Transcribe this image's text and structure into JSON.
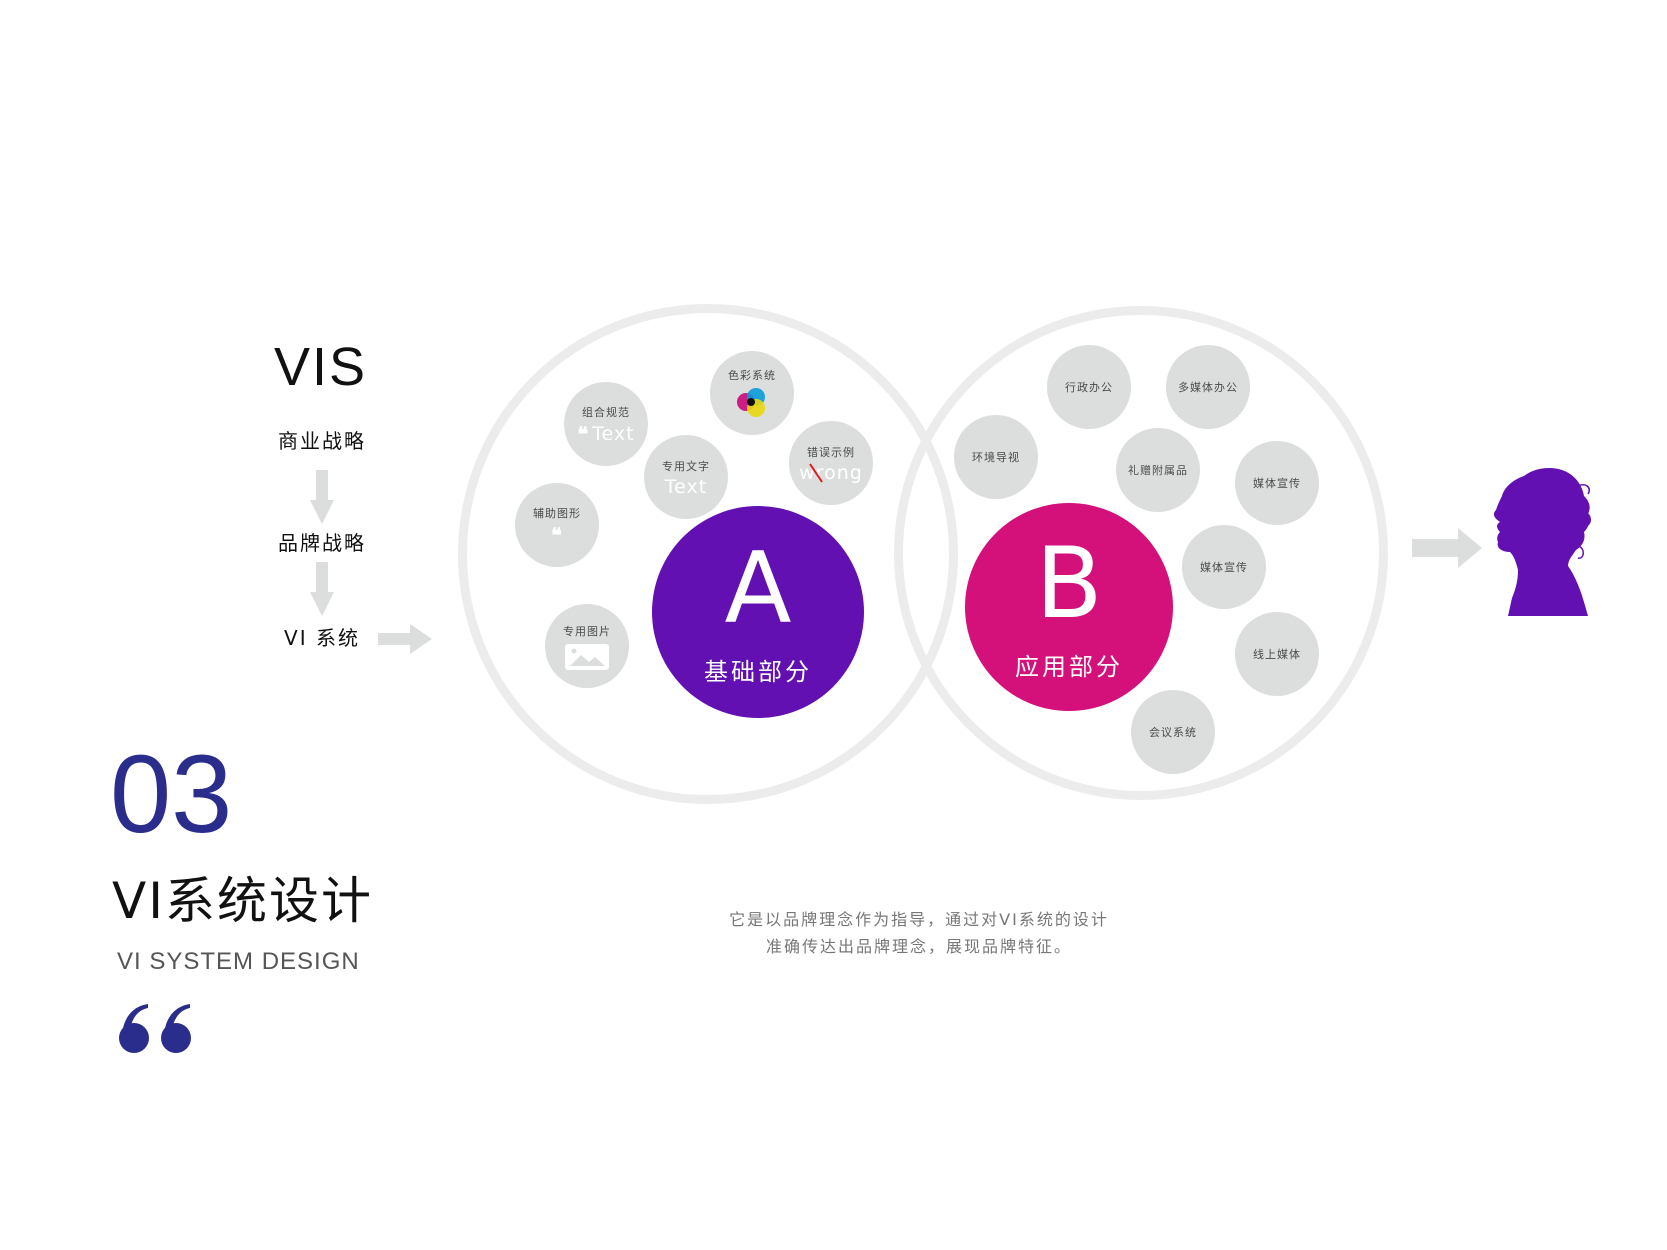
{
  "left_flow": {
    "title": "VIS",
    "steps": [
      "商业战略",
      "品牌战略",
      "VI 系统"
    ]
  },
  "part_a": {
    "letter": "A",
    "label": "基础部分",
    "color": "#6210b2",
    "items": [
      {
        "label": "组合规范",
        "sub": "Text",
        "icon": "quote-icon"
      },
      {
        "label": "色彩系统",
        "icon": "cmy-color-icon"
      },
      {
        "label": "专用文字",
        "sub": "Text"
      },
      {
        "label": "错误示例",
        "sub": "wrong",
        "icon": "strike-icon"
      },
      {
        "label": "辅助图形",
        "icon": "quote-icon"
      },
      {
        "label": "专用图片",
        "icon": "image-icon"
      }
    ]
  },
  "part_b": {
    "letter": "B",
    "label": "应用部分",
    "color": "#d4117b",
    "items": [
      {
        "label": "行政办公"
      },
      {
        "label": "多媒体办公"
      },
      {
        "label": "环境导视"
      },
      {
        "label": "礼赠附属品"
      },
      {
        "label": "媒体宣传"
      },
      {
        "label": "媒体宣传"
      },
      {
        "label": "线上媒体"
      },
      {
        "label": "会议系统"
      }
    ]
  },
  "audience": {
    "icon": "woman-profile-silhouette-icon",
    "color": "#6210b2"
  },
  "section": {
    "number": "03",
    "title": "VI系统设计",
    "subtitle": "VI SYSTEM DESIGN",
    "accent": "#2b2d8c"
  },
  "description": {
    "line1": "它是以品牌理念作为指导，通过对VI系统的设计",
    "line2": "准确传达出品牌理念，展现品牌特征。"
  },
  "colors": {
    "ring": "#ececec",
    "bubble": "#dcdddd",
    "arrow": "#dcdddd"
  }
}
